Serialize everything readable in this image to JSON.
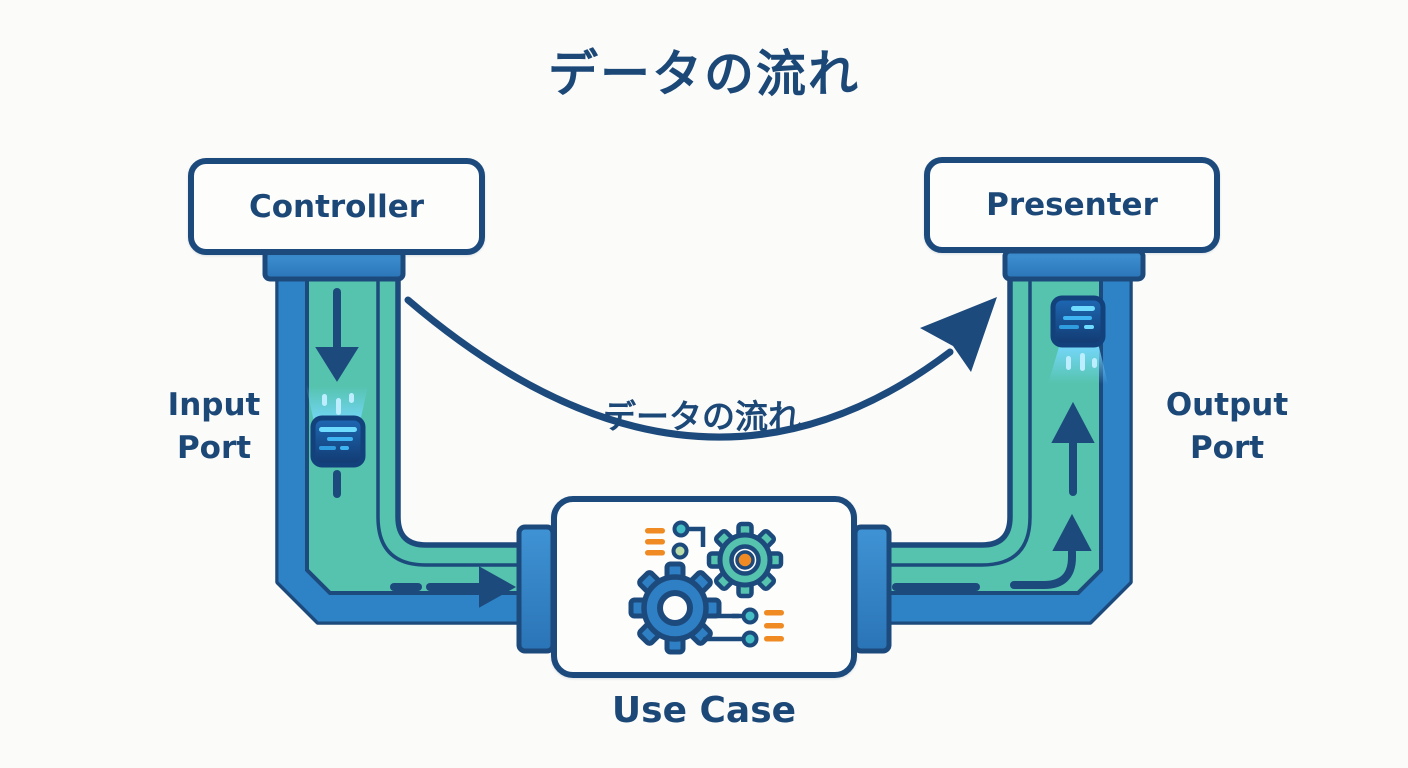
{
  "title": "データの流れ",
  "flow_arrow": {
    "label": "データの流れ"
  },
  "nodes": {
    "controller": {
      "label": "Controller"
    },
    "presenter": {
      "label": "Presenter"
    },
    "use_case": {
      "label": "Use Case"
    }
  },
  "ports": {
    "input": {
      "line1": "Input",
      "line2": "Port"
    },
    "output": {
      "line1": "Output",
      "line2": "Port"
    }
  },
  "icons": {
    "use_case_icon": "gears-processing-icon",
    "left_pipe_icon": "data-chip-icon",
    "right_pipe_icon": "data-chip-icon"
  },
  "colors": {
    "outline_navy": "#1d4a7c",
    "text_navy": "#1c4878",
    "pipe_blue": "#2e82c6",
    "pipe_teal": "#55c3ae",
    "accent_orange": "#f08b24",
    "chip_glow_cyan": "#6fd9ff",
    "background": "#fbfbf9"
  }
}
